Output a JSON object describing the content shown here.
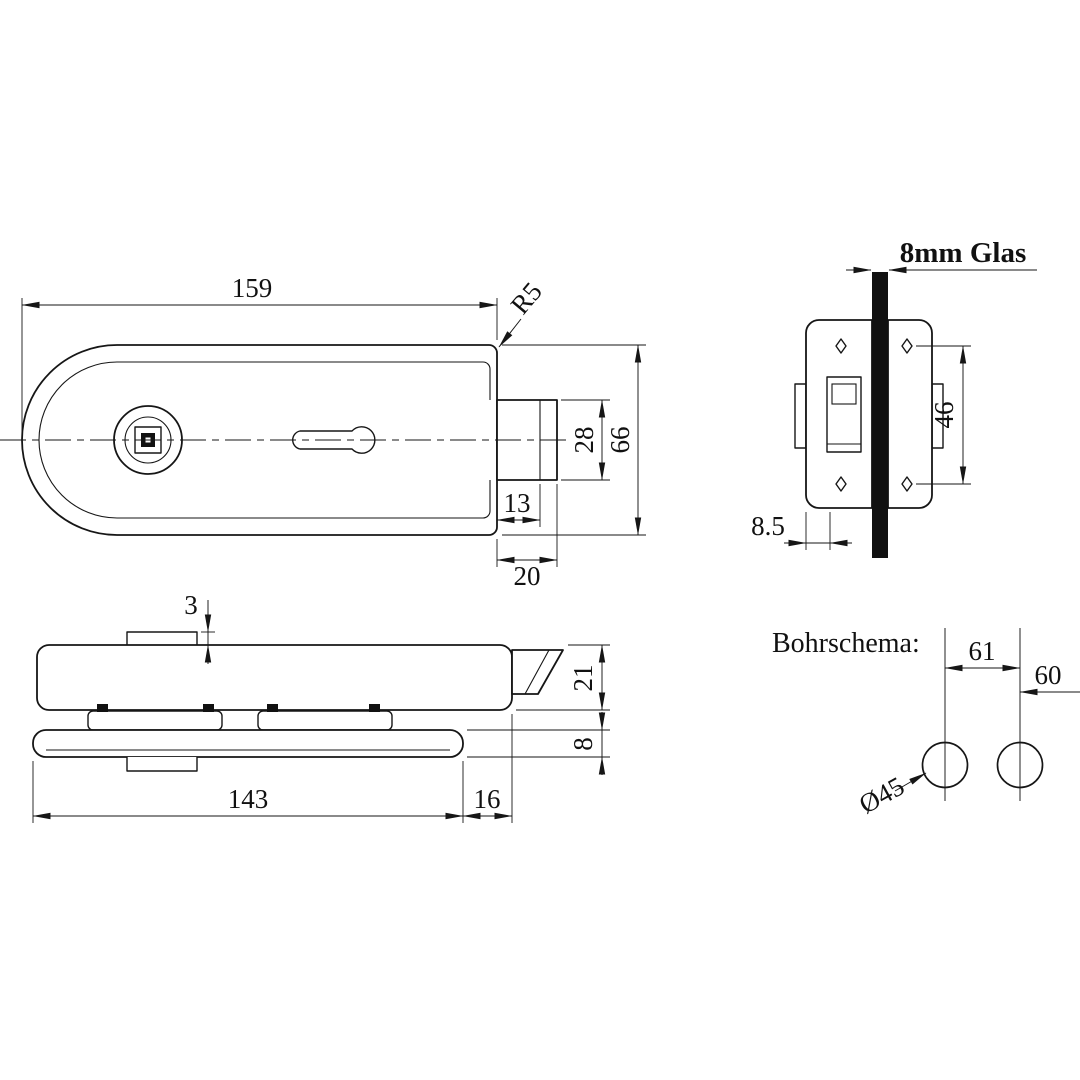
{
  "colors": {
    "background": "#ffffff",
    "line": "#161616",
    "text": "#111111"
  },
  "views": {
    "front": {
      "dims": {
        "length": "159",
        "corner_radius": "R5",
        "latch_height": "28",
        "body_height": "66",
        "latch_flat": "13",
        "latch_depth": "20"
      }
    },
    "side": {
      "glass_label": "8mm Glas",
      "dims": {
        "screw_spacing": "46",
        "face_offset": "8.5"
      }
    },
    "plan": {
      "dims": {
        "tab_height": "3",
        "body_thickness": "21",
        "plate_thickness": "8",
        "plate_length": "143",
        "latch_overhang": "16"
      }
    },
    "drill_schema": {
      "title": "Bohrschema:",
      "dims": {
        "hole_spacing": "61",
        "edge_distance": "60",
        "hole_diameter": "Ø45"
      }
    }
  }
}
